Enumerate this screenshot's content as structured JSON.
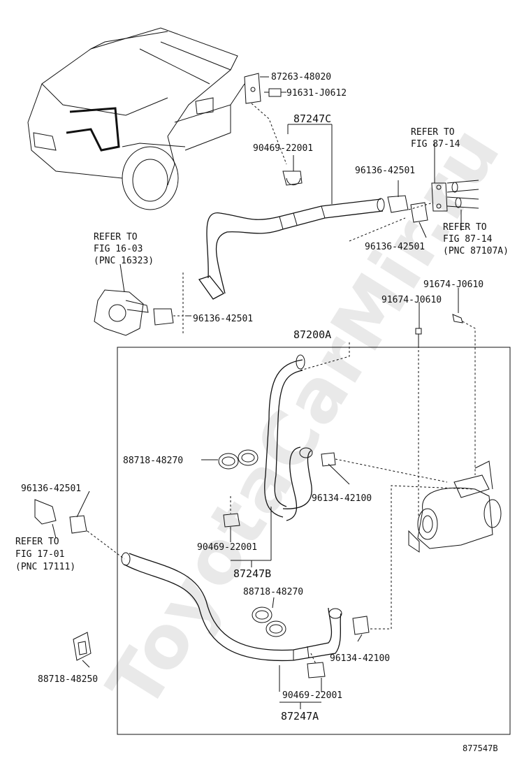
{
  "watermark": "ToyotaCarMir.ru",
  "figure_id": "877547B",
  "labels": {
    "p87263": "87263-48020",
    "p91631": "91631-J0612",
    "p87247C": "87247C",
    "p90469_top": "90469-22001",
    "refer_87_14_a1": "REFER TO",
    "refer_87_14_a2": "FIG 87-14",
    "p96136_tr": "96136-42501",
    "refer_87_14_b1": "REFER TO",
    "refer_87_14_b2": "FIG 87-14",
    "refer_87_14_b3": "(PNC 87107A)",
    "p96136_r2": "96136-42501",
    "refer_16_03_1": "REFER TO",
    "refer_16_03_2": "FIG 16-03",
    "refer_16_03_3": "(PNC 16323)",
    "p96136_left": "96136-42501",
    "p91674_a": "91674-J0610",
    "p91674_b": "91674-J0610",
    "p87200A": "87200A",
    "p88718_mid": "88718-48270",
    "p96134_mid": "96134-42100",
    "p96136_lower": "96136-42501",
    "refer_17_01_1": "REFER TO",
    "refer_17_01_2": "FIG 17-01",
    "refer_17_01_3": "(PNC 17111)",
    "p90469_mid": "90469-22001",
    "p87247B": "87247B",
    "p88718_low": "88718-48270",
    "p96134_low": "96134-42100",
    "p88718_48250": "88718-48250",
    "p90469_low": "90469-22001",
    "p87247A": "87247A"
  }
}
